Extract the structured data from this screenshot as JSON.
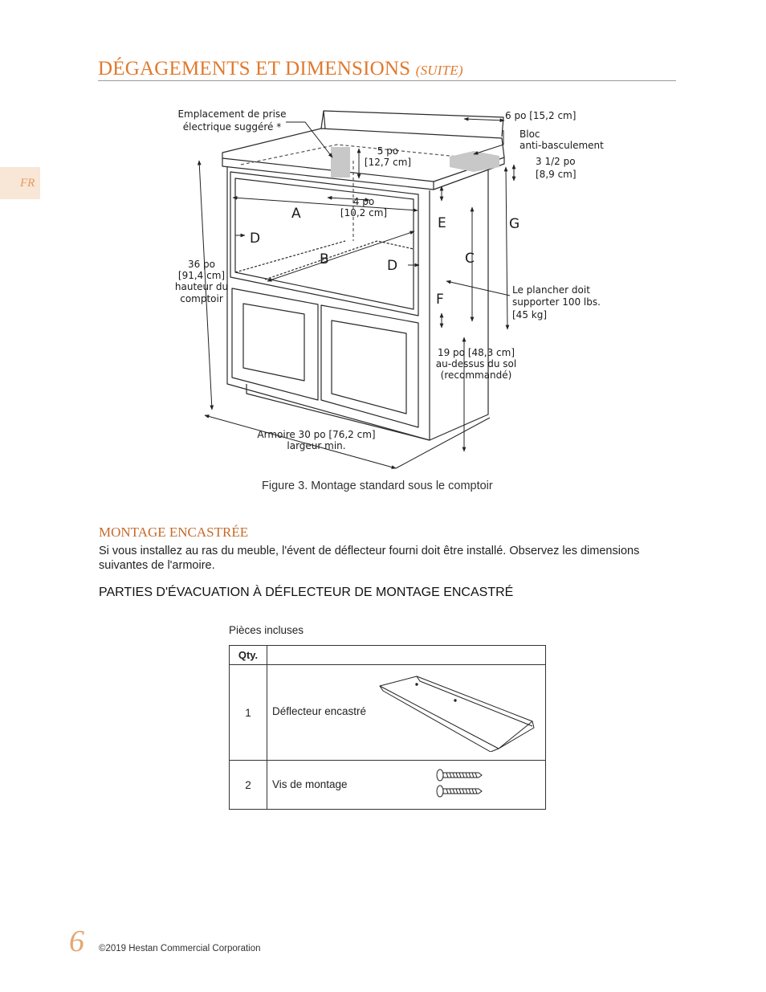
{
  "header": {
    "title": "DÉGAGEMENTS ET DIMENSIONS",
    "title_suffix": "(SUITE)",
    "lang_tab": "FR"
  },
  "figure": {
    "labels": {
      "outlet": [
        "Emplacement de prise",
        "électrique suggéré *"
      ],
      "dim_6po": "6 po [15,2 cm]",
      "bloc": [
        "Bloc",
        "anti-basculement"
      ],
      "dim_5po": [
        "5 po",
        "[12,7 cm]"
      ],
      "dim_3_5po": [
        "3 1/2  po",
        "[8,9 cm]"
      ],
      "dim_4po": [
        "4 po",
        "[10,2 cm]"
      ],
      "letter_a": "A",
      "letter_b": "B",
      "letter_c": "C",
      "letter_d_left": "D",
      "letter_d_right": "D",
      "letter_e": "E",
      "letter_f": "F",
      "letter_g": "G",
      "height_36": [
        "36 po",
        "[91,4 cm]",
        "hauteur du",
        "comptoir"
      ],
      "floor": [
        "Le plancher doit",
        "supporter 100 lbs.",
        "[45 kg]"
      ],
      "dim_19po": [
        "19 po [48,3 cm]",
        "au-dessus du sol",
        "(recommandé)"
      ],
      "cabinet": [
        "Armoire 30 po [76,2 cm]",
        "largeur min."
      ]
    },
    "caption": "Figure 3.  Montage standard sous le comptoir"
  },
  "section": {
    "title": "MONTAGE ENCASTRÉE",
    "body": "Si vous installez au ras du meuble, l'évent de déflecteur fourni doit être installé.  Observez les dimensions suivantes de l'armoire.",
    "subtitle": "PARTIES D'ÉVACUATION À DÉFLECTEUR DE MONTAGE ENCASTRÉ"
  },
  "parts": {
    "label": "Pièces incluses",
    "header_qty": "Qty.",
    "rows": [
      {
        "qty": "1",
        "name": "Déflecteur encastré",
        "icon": "deflector-icon"
      },
      {
        "qty": "2",
        "name": "Vis de montage",
        "icon": "screw-icon"
      }
    ]
  },
  "footer": {
    "page_number": "6",
    "copyright": "©2019 Hestan Commercial Corporation"
  },
  "colors": {
    "accent": "#e07a2e",
    "section_title": "#c56a2a",
    "tab_bg": "#f8e6d6"
  }
}
